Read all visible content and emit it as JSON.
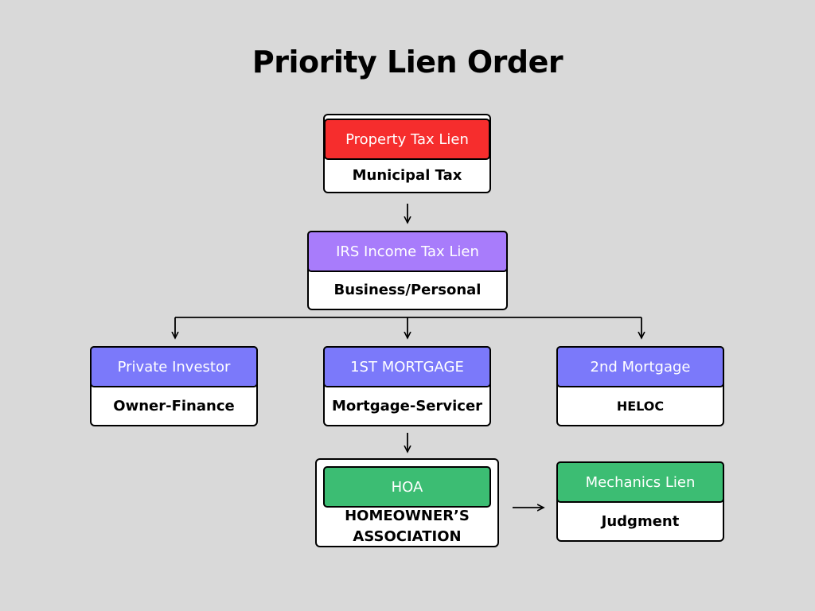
{
  "title": "Priority Lien Order",
  "colors": {
    "red": "#f62d2d",
    "purple": "#a87cfb",
    "indigo": "#7b79fa",
    "green": "#3cbd73",
    "line": "#000000",
    "background": "#d9d9d9"
  },
  "nodes": {
    "property_tax": {
      "label": "Property Tax Lien",
      "sub": "Municipal Tax"
    },
    "irs": {
      "label": "IRS Income Tax Lien",
      "sub": "Business/Personal"
    },
    "private_investor": {
      "label": "Private Investor",
      "sub": "Owner-Finance"
    },
    "first_mortgage": {
      "label": "1ST MORTGAGE",
      "sub": "Mortgage-Servicer"
    },
    "second_mortgage": {
      "label": "2nd Mortgage",
      "sub": "HELOC"
    },
    "hoa": {
      "label": "HOA",
      "sub_line1": "HOMEOWNER’S",
      "sub_line2": "ASSOCIATION"
    },
    "mechanics": {
      "label": "Mechanics Lien",
      "sub": "Judgment"
    }
  }
}
